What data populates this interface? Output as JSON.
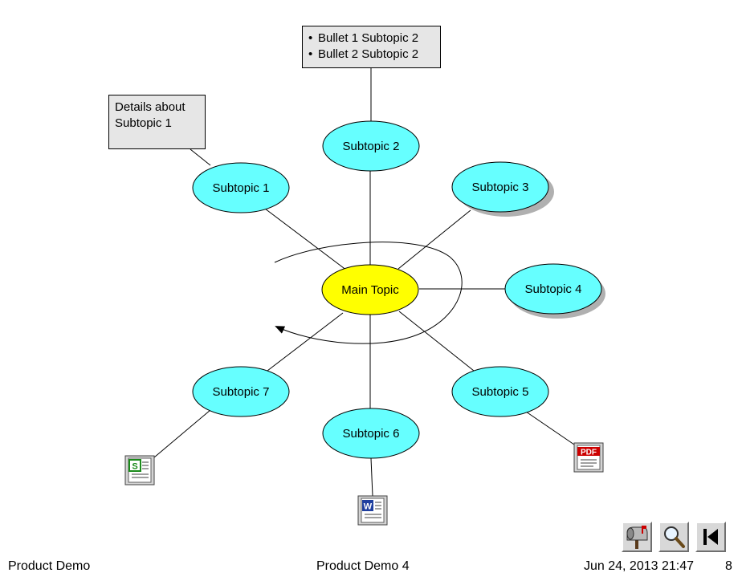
{
  "diagram": {
    "main_topic": "Main Topic",
    "subtopics": [
      {
        "id": 1,
        "label": "Subtopic 1"
      },
      {
        "id": 2,
        "label": "Subtopic 2"
      },
      {
        "id": 3,
        "label": "Subtopic 3"
      },
      {
        "id": 4,
        "label": "Subtopic 4"
      },
      {
        "id": 5,
        "label": "Subtopic 5"
      },
      {
        "id": 6,
        "label": "Subtopic 6"
      },
      {
        "id": 7,
        "label": "Subtopic 7"
      }
    ],
    "note_subtopic1": [
      "Details about",
      "Subtopic 1"
    ],
    "note_subtopic2": [
      "Bullet 1 Subtopic 2",
      "Bullet 2 Subtopic 2"
    ],
    "attachments": {
      "subtopic5": "pdf-icon",
      "subtopic6": "word-document-icon",
      "subtopic7": "spreadsheet-icon"
    },
    "colors": {
      "main_topic": "#ffff00",
      "subtopic": "#66ffff",
      "note": "#e6e6e6",
      "shadow": "#b0b0b0"
    }
  },
  "nav": {
    "mailbox": "mailbox-icon",
    "zoom": "magnifier-icon",
    "first": "skip-to-first-icon"
  },
  "footer": {
    "left": "Product Demo",
    "center": "Product Demo 4",
    "date": "Jun 24, 2013 21:47",
    "page": "8"
  }
}
